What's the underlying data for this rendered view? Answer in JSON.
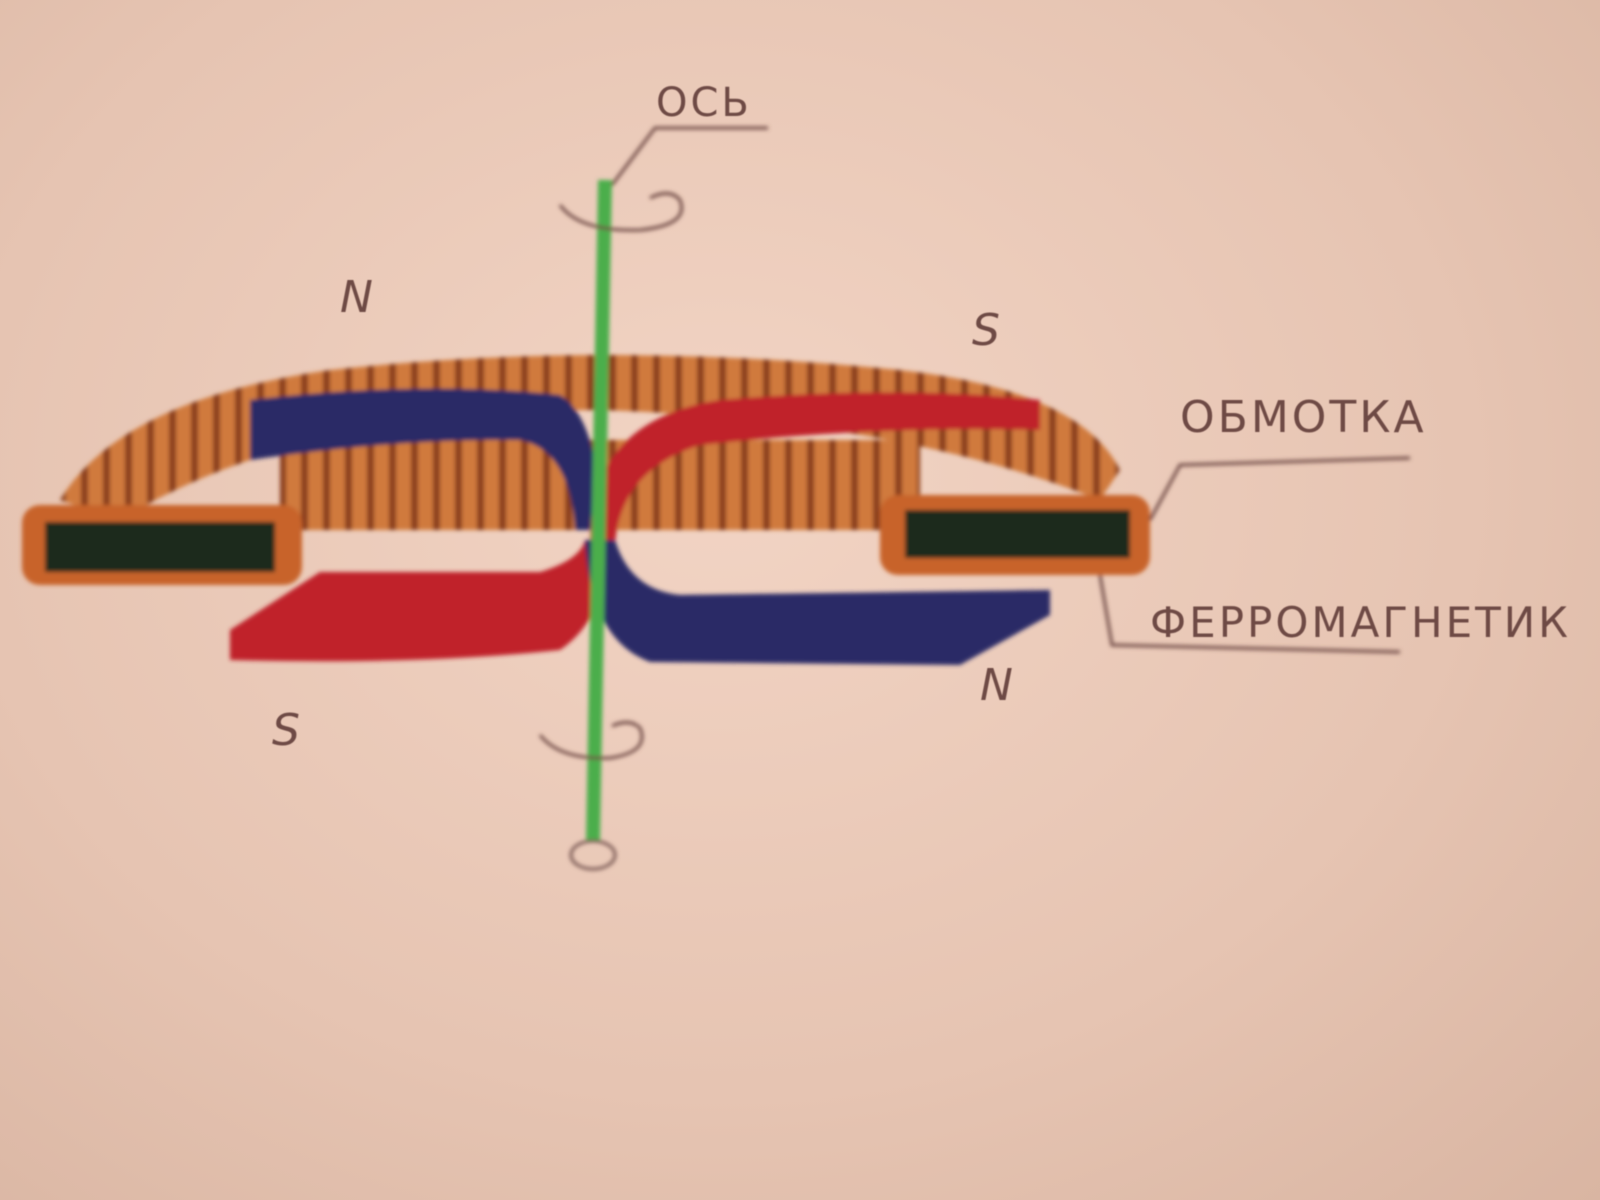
{
  "labels": {
    "axis": "ОСЬ",
    "winding": "ОБМОТКА",
    "ferromagnet": "ФЕРРОМАГНЕТИК"
  },
  "poles": {
    "top_left": "N",
    "top_right": "S",
    "bottom_left": "S",
    "bottom_right": "N"
  },
  "colors": {
    "copper": "#c8632a",
    "core": "#1e2a1c",
    "red_magnet": "#c0242a",
    "blue_magnet": "#2a2a66",
    "axis": "#4cae4c"
  }
}
